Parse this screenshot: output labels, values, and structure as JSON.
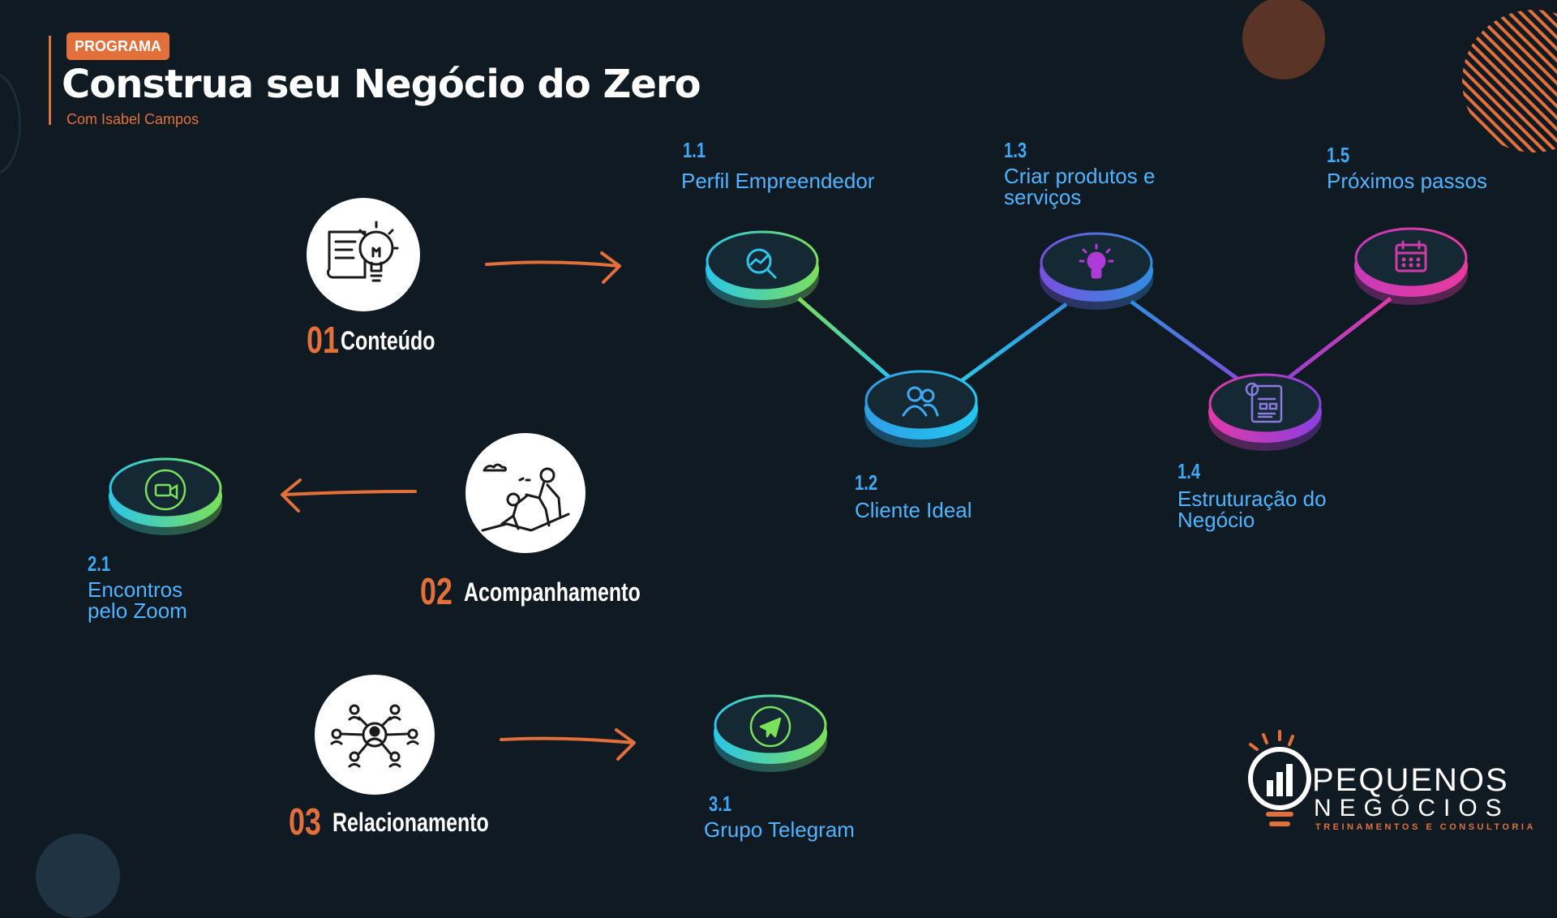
{
  "header": {
    "badge": "PROGRAMA",
    "title": "Construa seu Negócio do Zero",
    "subtitle": "Com Isabel Campos"
  },
  "sections": [
    {
      "number": "01",
      "label": "Conteúdo",
      "icon": "lightbulb-document-icon"
    },
    {
      "number": "02",
      "label": "Acompanhamento",
      "icon": "climbing-help-icon"
    },
    {
      "number": "03",
      "label": "Relacionamento",
      "icon": "network-people-icon"
    }
  ],
  "steps": {
    "s1_1": {
      "number": "1.1",
      "label": "Perfil Empreendedor",
      "icon": "analytics-search-icon"
    },
    "s1_2": {
      "number": "1.2",
      "label": "Cliente Ideal",
      "icon": "users-icon"
    },
    "s1_3": {
      "number": "1.3",
      "label": "Criar produtos e serviços",
      "icon": "lightbulb-icon"
    },
    "s1_4": {
      "number": "1.4",
      "label": "Estruturação do Negócio",
      "icon": "business-plan-icon"
    },
    "s1_5": {
      "number": "1.5",
      "label": "Próximos passos",
      "icon": "calendar-icon"
    },
    "s2_1": {
      "number": "2.1",
      "label": "Encontros pelo Zoom",
      "icon": "video-camera-icon"
    },
    "s3_1": {
      "number": "3.1",
      "label": "Grupo Telegram",
      "icon": "telegram-icon"
    }
  },
  "logo": {
    "line1": "PEQUENOS",
    "line2": "NEGÓCIOS",
    "tagline": "TREINAMENTOS E CONSULTORIA"
  },
  "colors": {
    "background": "#0f1a22",
    "accent": "#e3703a",
    "step_text": "#4fb4ff",
    "green": "#7be05a",
    "cyan": "#2bc6e8",
    "blue": "#2f8fe0",
    "purple": "#7a4fe0",
    "magenta": "#e03aa8"
  }
}
